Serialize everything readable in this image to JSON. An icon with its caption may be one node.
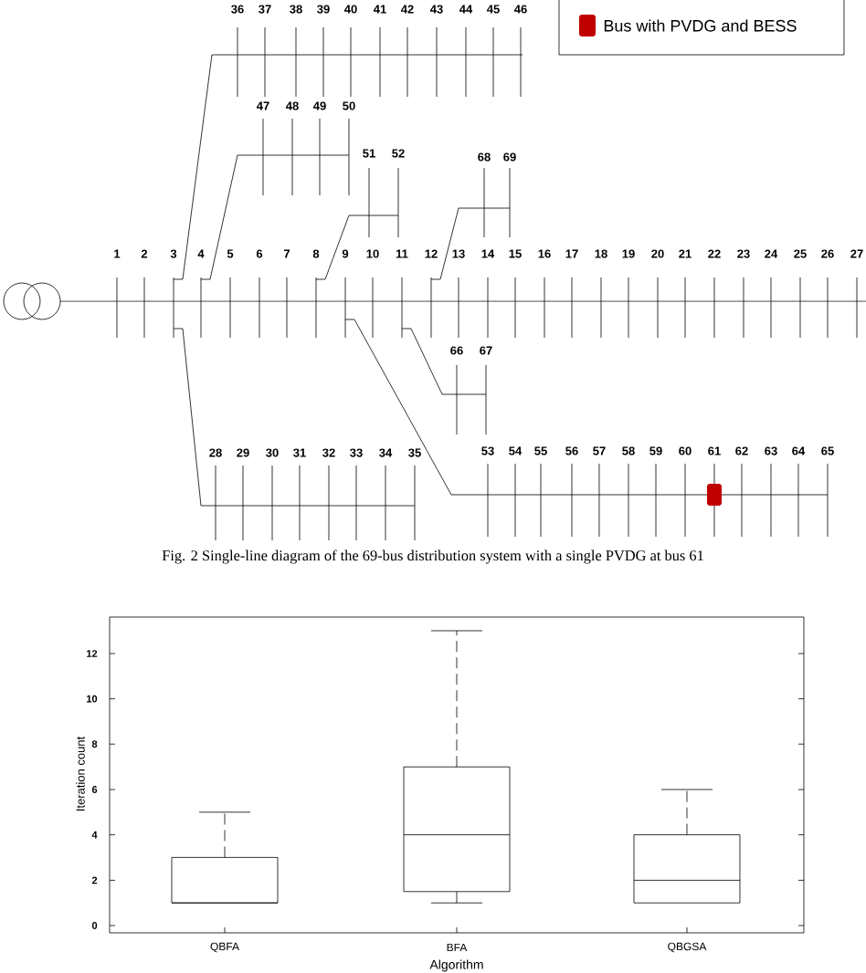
{
  "diagram": {
    "caption": "Fig. 2 Single-line diagram of the 69-bus distribution system with a single PVDG at bus 61",
    "labels": [
      "36",
      "37",
      "38",
      "39",
      "40",
      "41",
      "42",
      "43",
      "44",
      "45",
      "46",
      "47",
      "48",
      "49",
      "50",
      "51",
      "52",
      "68",
      "69",
      "1",
      "2",
      "3",
      "4",
      "5",
      "6",
      "7",
      "8",
      "9",
      "10",
      "11",
      "12",
      "13",
      "14",
      "15",
      "16",
      "17",
      "18",
      "19",
      "20",
      "21",
      "22",
      "23",
      "24",
      "25",
      "26",
      "27",
      "66",
      "67",
      "28",
      "29",
      "30",
      "31",
      "32",
      "33",
      "34",
      "35",
      "53",
      "54",
      "55",
      "56",
      "57",
      "58",
      "59",
      "60",
      "61",
      "62",
      "63",
      "64",
      "65",
      "12",
      "10",
      "8",
      "Iteration count",
      "6",
      "4",
      "2",
      "0",
      "QBFA",
      "BFA",
      "QBGSA",
      "Algorithm"
    ],
    "legend": [
      {
        "text": "Bus with PVDG and BESS",
        "color": "#c00000"
      }
    ]
  }
}
